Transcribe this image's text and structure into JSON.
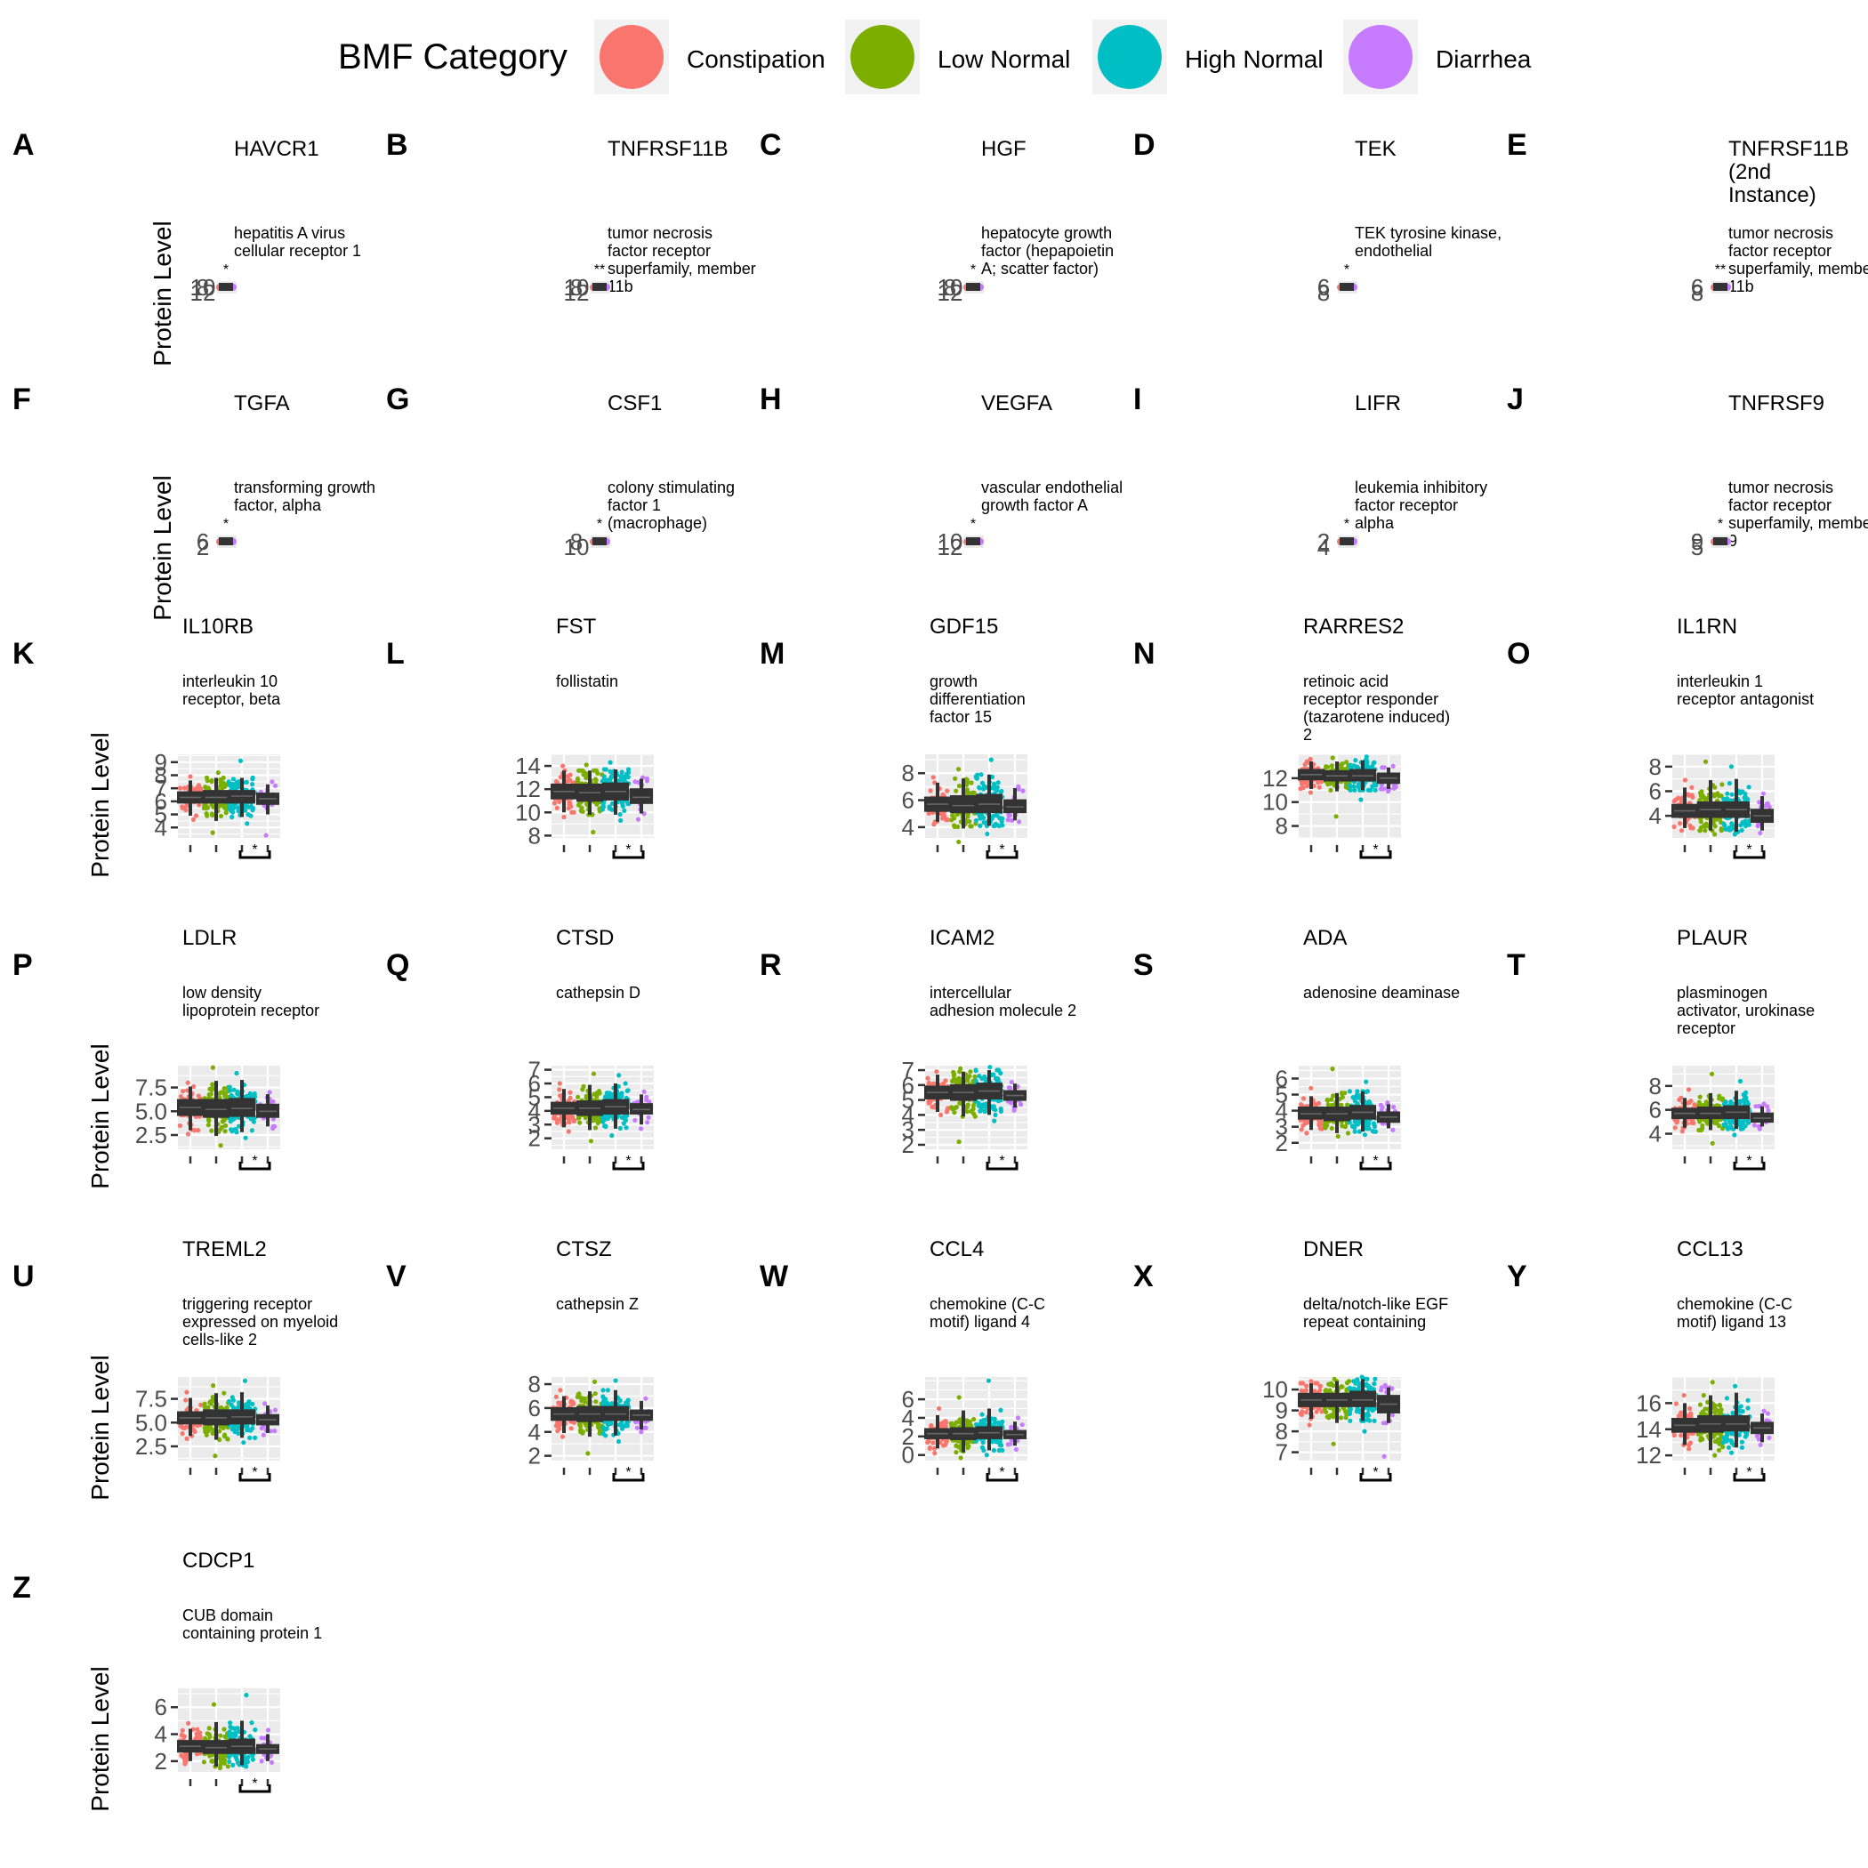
{
  "legend": {
    "title": "BMF Category",
    "items": [
      {
        "label": "Constipation",
        "color": "#F8766D"
      },
      {
        "label": "Low Normal",
        "color": "#7CAE00"
      },
      {
        "label": "High Normal",
        "color": "#00BFC4"
      },
      {
        "label": "Diarrhea",
        "color": "#C77CFF"
      }
    ]
  },
  "y_axis_label": "Protein Level",
  "chart_data": [
    {
      "type": "box",
      "letter": "A",
      "title": "HAVCR1",
      "subtitle": [
        "hepatitis A virus",
        "cellular receptor 1"
      ],
      "ylabel": "Protein Level",
      "tick_labels": [
        "12",
        "10",
        "8"
      ],
      "ylim": [
        8,
        13
      ],
      "medians": [
        10.6,
        10.6,
        10.6,
        10.5
      ],
      "sig": [
        "*"
      ],
      "collapsed": true
    },
    {
      "type": "box",
      "letter": "B",
      "title": "TNFRSF11B",
      "subtitle": [
        "tumor necrosis",
        "factor receptor",
        "superfamily, member",
        "11b"
      ],
      "tick_labels": [
        "12",
        "10",
        "8"
      ],
      "ylim": [
        8,
        13
      ],
      "medians": [
        10.8,
        10.8,
        10.8,
        10.7
      ],
      "sig": [
        "**"
      ],
      "collapsed": true
    },
    {
      "type": "box",
      "letter": "C",
      "title": "HGF",
      "subtitle": [
        "hepatocyte growth",
        "factor (hepapoietin",
        "A; scatter factor)"
      ],
      "tick_labels": [
        "12",
        "10",
        "8"
      ],
      "ylim": [
        8,
        13
      ],
      "medians": [
        10.4,
        10.4,
        10.4,
        10.3
      ],
      "sig": [
        "*"
      ],
      "collapsed": true
    },
    {
      "type": "box",
      "letter": "D",
      "title": "TEK",
      "subtitle": [
        "TEK tyrosine kinase,",
        "endothelial"
      ],
      "tick_labels": [
        "8",
        "6"
      ],
      "ylim": [
        5,
        9
      ],
      "medians": [
        7,
        7,
        7,
        6.9
      ],
      "sig": [
        "*"
      ],
      "collapsed": true
    },
    {
      "type": "box",
      "letter": "E",
      "title": "TNFRSF11B\n(2nd\nInstance)",
      "title_lines": [
        "TNFRSF11B",
        "(2nd",
        "Instance)"
      ],
      "subtitle": [
        "tumor necrosis",
        "factor receptor",
        "superfamily, member",
        "11b"
      ],
      "tick_labels": [
        "8",
        "6"
      ],
      "ylim": [
        5,
        9
      ],
      "medians": [
        7,
        7,
        7,
        6.9
      ],
      "sig": [
        "**"
      ],
      "collapsed": true
    },
    {
      "type": "box",
      "letter": "F",
      "title": "TGFA",
      "subtitle": [
        "transforming growth",
        "factor, alpha"
      ],
      "ylabel": "Protein Level",
      "tick_labels": [
        "2",
        "6"
      ],
      "ylim": [
        1,
        7
      ],
      "medians": [
        4,
        4,
        4,
        3.9
      ],
      "sig": [
        "*"
      ],
      "collapsed": true
    },
    {
      "type": "box",
      "letter": "G",
      "title": "CSF1",
      "subtitle": [
        "colony stimulating",
        "factor 1",
        "(macrophage)"
      ],
      "tick_labels": [
        "10",
        "8"
      ],
      "ylim": [
        7,
        11
      ],
      "medians": [
        9,
        9,
        9,
        8.9
      ],
      "sig": [
        "*"
      ],
      "collapsed": true
    },
    {
      "type": "box",
      "letter": "H",
      "title": "VEGFA",
      "subtitle": [
        "vascular endothelial",
        "growth factor A"
      ],
      "tick_labels": [
        "12",
        "10"
      ],
      "ylim": [
        9,
        13
      ],
      "medians": [
        11,
        11,
        11,
        10.9
      ],
      "sig": [
        "*"
      ],
      "collapsed": true
    },
    {
      "type": "box",
      "letter": "I",
      "title": "LIFR",
      "subtitle": [
        "leukemia inhibitory",
        "factor receptor",
        "alpha"
      ],
      "tick_labels": [
        "4",
        "2"
      ],
      "ylim": [
        1,
        5
      ],
      "medians": [
        3,
        3,
        3,
        2.9
      ],
      "sig": [
        "*"
      ],
      "collapsed": true
    },
    {
      "type": "box",
      "letter": "J",
      "title": "TNFRSF9",
      "subtitle": [
        "tumor necrosis",
        "factor receptor",
        "superfamily, member",
        "9"
      ],
      "tick_labels": [
        "5",
        "9"
      ],
      "ylim": [
        4,
        10
      ],
      "medians": [
        7,
        7,
        7,
        6.9
      ],
      "sig": [
        "*"
      ],
      "collapsed": true
    },
    {
      "type": "box",
      "letter": "K",
      "title": "IL10RB",
      "subtitle": [
        "interleukin 10",
        "receptor, beta"
      ],
      "ylabel": "Protein Level",
      "ylim": [
        3.2,
        9.6
      ],
      "ticks": [
        4,
        5,
        6,
        7,
        8,
        9
      ],
      "medians": [
        6.3,
        6.3,
        6.4,
        6.2
      ],
      "q1": [
        5.9,
        5.9,
        5.9,
        5.8
      ],
      "q3": [
        6.7,
        6.8,
        6.8,
        6.6
      ],
      "lo": [
        4.9,
        4.5,
        4.8,
        5.0
      ],
      "hi": [
        7.6,
        7.8,
        7.8,
        7.3
      ],
      "pmin": [
        4.6,
        3.6,
        4.3,
        3.4
      ],
      "pmax": [
        7.9,
        8.2,
        9.1,
        7.5
      ],
      "counts": [
        55,
        95,
        110,
        18
      ],
      "sig": [
        "*"
      ]
    },
    {
      "type": "box",
      "letter": "L",
      "title": "FST",
      "subtitle": [
        "follistatin"
      ],
      "ylim": [
        7.8,
        15
      ],
      "ticks": [
        8,
        10,
        12,
        14
      ],
      "medians": [
        11.8,
        11.7,
        11.8,
        11.3
      ],
      "q1": [
        11.2,
        11.0,
        11.1,
        10.8
      ],
      "q3": [
        12.4,
        12.4,
        12.5,
        12.0
      ],
      "lo": [
        10.0,
        9.8,
        9.8,
        9.9
      ],
      "hi": [
        13.6,
        13.6,
        13.7,
        12.9
      ],
      "pmin": [
        9.6,
        8.3,
        9.3,
        9.4
      ],
      "pmax": [
        14.0,
        14.1,
        14.3,
        13.0
      ],
      "counts": [
        55,
        95,
        110,
        18
      ],
      "sig": [
        "*"
      ]
    },
    {
      "type": "box",
      "letter": "M",
      "title": "GDF15",
      "subtitle": [
        "growth",
        "differentiation",
        "factor 15"
      ],
      "ylim": [
        3.2,
        9.4
      ],
      "ticks": [
        4,
        6,
        8
      ],
      "medians": [
        5.7,
        5.6,
        5.7,
        5.5
      ],
      "q1": [
        5.2,
        5.1,
        5.1,
        5.1
      ],
      "q3": [
        6.2,
        6.3,
        6.4,
        6.0
      ],
      "lo": [
        4.4,
        3.9,
        4.1,
        4.5
      ],
      "hi": [
        7.3,
        7.6,
        7.9,
        6.9
      ],
      "pmin": [
        4.2,
        2.9,
        3.5,
        4.4
      ],
      "pmax": [
        7.7,
        8.3,
        9.0,
        7.0
      ],
      "counts": [
        55,
        95,
        110,
        18
      ],
      "sig": [
        "*"
      ]
    },
    {
      "type": "box",
      "letter": "N",
      "title": "RARRES2",
      "subtitle": [
        "retinoic acid",
        "receptor responder",
        "(tazarotene induced)",
        "2"
      ],
      "ylim": [
        7.0,
        14.0
      ],
      "ticks": [
        8,
        10,
        12
      ],
      "medians": [
        12.3,
        12.2,
        12.2,
        12.0
      ],
      "q1": [
        11.9,
        11.8,
        11.8,
        11.6
      ],
      "q3": [
        12.7,
        12.6,
        12.7,
        12.4
      ],
      "lo": [
        11.1,
        10.9,
        11.0,
        11.1
      ],
      "hi": [
        13.4,
        13.4,
        13.5,
        12.9
      ],
      "pmin": [
        10.8,
        8.8,
        10.2,
        10.9
      ],
      "pmax": [
        13.6,
        13.7,
        13.8,
        13.0
      ],
      "counts": [
        55,
        95,
        110,
        18
      ],
      "sig": [
        "*"
      ]
    },
    {
      "type": "box",
      "letter": "O",
      "title": "IL1RN",
      "subtitle": [
        "interleukin 1",
        "receptor antagonist"
      ],
      "ylim": [
        2.2,
        9.0
      ],
      "ticks": [
        4,
        6,
        8
      ],
      "medians": [
        4.4,
        4.5,
        4.5,
        4.0
      ],
      "q1": [
        3.9,
        3.9,
        3.9,
        3.5
      ],
      "q3": [
        4.9,
        5.1,
        5.1,
        4.5
      ],
      "lo": [
        3.0,
        2.8,
        2.7,
        2.8
      ],
      "hi": [
        6.3,
        6.9,
        7.0,
        5.6
      ],
      "pmin": [
        2.8,
        2.5,
        2.5,
        2.6
      ],
      "pmax": [
        6.9,
        8.4,
        8.0,
        5.8
      ],
      "counts": [
        55,
        95,
        110,
        18
      ],
      "sig": [
        "*"
      ]
    },
    {
      "type": "box",
      "letter": "P",
      "title": "LDLR",
      "subtitle": [
        "low density",
        "lipoprotein receptor"
      ],
      "ylabel": "Protein Level",
      "ylim": [
        1.0,
        9.8
      ],
      "ticks": [
        2.5,
        5.0,
        7.5
      ],
      "tick_labels": [
        "2.5",
        "5.0",
        "7.5"
      ],
      "medians": [
        5.4,
        5.2,
        5.3,
        5.0
      ],
      "q1": [
        4.6,
        4.4,
        4.5,
        4.4
      ],
      "q3": [
        6.2,
        6.2,
        6.3,
        5.7
      ],
      "lo": [
        3.0,
        2.4,
        2.8,
        3.4
      ],
      "hi": [
        7.6,
        8.2,
        8.3,
        6.8
      ],
      "pmin": [
        2.6,
        1.4,
        2.2,
        3.2
      ],
      "pmax": [
        8.0,
        9.6,
        9.0,
        7.0
      ],
      "counts": [
        55,
        95,
        110,
        18
      ],
      "sig": [
        "*"
      ]
    },
    {
      "type": "box",
      "letter": "Q",
      "title": "CTSD",
      "subtitle": [
        "cathepsin D"
      ],
      "ylim": [
        1.2,
        7.3
      ],
      "ticks": [
        2,
        3,
        4,
        5,
        6,
        7
      ],
      "medians": [
        4.2,
        4.2,
        4.3,
        4.1
      ],
      "q1": [
        3.8,
        3.7,
        3.8,
        3.8
      ],
      "q3": [
        4.6,
        4.7,
        4.8,
        4.5
      ],
      "lo": [
        2.8,
        2.6,
        2.7,
        3.0
      ],
      "hi": [
        5.6,
        5.9,
        6.0,
        5.2
      ],
      "pmin": [
        2.5,
        1.8,
        2.2,
        2.7
      ],
      "pmax": [
        6.0,
        6.7,
        6.6,
        5.4
      ],
      "counts": [
        55,
        95,
        110,
        18
      ],
      "sig": [
        "*"
      ]
    },
    {
      "type": "box",
      "letter": "R",
      "title": "ICAM2",
      "subtitle": [
        "intercellular",
        "adhesion molecule 2"
      ],
      "ylim": [
        1.7,
        7.3
      ],
      "ticks": [
        2,
        3,
        4,
        5,
        6,
        7
      ],
      "medians": [
        5.5,
        5.5,
        5.6,
        5.3
      ],
      "q1": [
        5.1,
        5.0,
        5.1,
        5.0
      ],
      "q3": [
        5.9,
        6.0,
        6.1,
        5.6
      ],
      "lo": [
        4.2,
        3.9,
        4.0,
        4.5
      ],
      "hi": [
        6.7,
        6.9,
        7.0,
        6.1
      ],
      "pmin": [
        4.0,
        2.2,
        3.6,
        4.3
      ],
      "pmax": [
        6.9,
        7.1,
        7.2,
        6.2
      ],
      "counts": [
        55,
        95,
        110,
        18
      ],
      "sig": [
        "*"
      ]
    },
    {
      "type": "box",
      "letter": "S",
      "title": "ADA",
      "subtitle": [
        "adenosine deaminase"
      ],
      "ylim": [
        1.6,
        6.8
      ],
      "ticks": [
        2,
        3,
        4,
        5,
        6
      ],
      "medians": [
        3.8,
        3.8,
        3.9,
        3.6
      ],
      "q1": [
        3.5,
        3.4,
        3.5,
        3.3
      ],
      "q3": [
        4.2,
        4.2,
        4.3,
        3.9
      ],
      "lo": [
        2.8,
        2.6,
        2.7,
        2.9
      ],
      "hi": [
        4.9,
        5.1,
        5.2,
        4.4
      ],
      "pmin": [
        2.6,
        2.4,
        2.5,
        2.8
      ],
      "pmax": [
        5.4,
        6.6,
        5.8,
        4.5
      ],
      "counts": [
        55,
        95,
        110,
        18
      ],
      "sig": [
        "*"
      ]
    },
    {
      "type": "box",
      "letter": "T",
      "title": "PLAUR",
      "subtitle": [
        "plasminogen",
        "activator, urokinase",
        "receptor"
      ],
      "ylim": [
        2.7,
        9.7
      ],
      "ticks": [
        4,
        6,
        8
      ],
      "medians": [
        5.7,
        5.7,
        5.8,
        5.3
      ],
      "q1": [
        5.3,
        5.3,
        5.3,
        5.0
      ],
      "q3": [
        6.1,
        6.2,
        6.3,
        5.7
      ],
      "lo": [
        4.5,
        4.3,
        4.4,
        4.6
      ],
      "hi": [
        7.0,
        7.4,
        7.6,
        6.3
      ],
      "pmin": [
        4.2,
        3.2,
        3.9,
        4.4
      ],
      "pmax": [
        7.7,
        9.0,
        8.4,
        6.5
      ],
      "counts": [
        55,
        95,
        110,
        18
      ],
      "sig": [
        "*"
      ]
    },
    {
      "type": "box",
      "letter": "U",
      "title": "TREML2",
      "subtitle": [
        "triggering receptor",
        "expressed on myeloid",
        "cells-like 2"
      ],
      "ylabel": "Protein Level",
      "ylim": [
        1.0,
        9.8
      ],
      "ticks": [
        2.5,
        5.0,
        7.5
      ],
      "tick_labels": [
        "2.5",
        "5.0",
        "7.5"
      ],
      "medians": [
        5.5,
        5.5,
        5.6,
        5.3
      ],
      "q1": [
        4.9,
        4.8,
        4.9,
        4.8
      ],
      "q3": [
        6.1,
        6.3,
        6.3,
        5.8
      ],
      "lo": [
        3.6,
        3.2,
        3.4,
        3.9
      ],
      "hi": [
        7.6,
        8.1,
        8.2,
        6.8
      ],
      "pmin": [
        3.3,
        1.5,
        2.9,
        3.7
      ],
      "pmax": [
        8.2,
        8.9,
        9.4,
        7.0
      ],
      "counts": [
        55,
        95,
        110,
        18
      ],
      "sig": [
        "*"
      ]
    },
    {
      "type": "box",
      "letter": "V",
      "title": "CTSZ",
      "subtitle": [
        "cathepsin Z"
      ],
      "ylim": [
        1.6,
        8.6
      ],
      "ticks": [
        2,
        4,
        6,
        8
      ],
      "medians": [
        5.5,
        5.5,
        5.5,
        5.4
      ],
      "q1": [
        5.0,
        4.9,
        5.0,
        5.0
      ],
      "q3": [
        6.0,
        6.1,
        6.1,
        5.8
      ],
      "lo": [
        3.9,
        3.6,
        3.7,
        4.2
      ],
      "hi": [
        7.0,
        7.4,
        7.5,
        6.6
      ],
      "pmin": [
        3.6,
        2.2,
        3.2,
        4.0
      ],
      "pmax": [
        7.5,
        8.2,
        8.3,
        6.8
      ],
      "counts": [
        55,
        95,
        110,
        18
      ],
      "sig": [
        "*"
      ]
    },
    {
      "type": "box",
      "letter": "W",
      "title": "CCL4",
      "subtitle": [
        "chemokine (C-C",
        "motif) ligand 4"
      ],
      "ylim": [
        -0.6,
        8.4
      ],
      "ticks": [
        0,
        2,
        4,
        6
      ],
      "medians": [
        2.3,
        2.3,
        2.4,
        2.2
      ],
      "q1": [
        1.8,
        1.7,
        1.8,
        1.8
      ],
      "q3": [
        2.8,
        2.9,
        3.0,
        2.6
      ],
      "lo": [
        0.7,
        0.3,
        0.5,
        1.0
      ],
      "hi": [
        4.3,
        4.8,
        5.0,
        3.6
      ],
      "pmin": [
        0.2,
        -0.3,
        0.0,
        0.6
      ],
      "pmax": [
        5.0,
        6.2,
        8.0,
        4.0
      ],
      "counts": [
        55,
        95,
        110,
        18
      ],
      "sig": [
        "*"
      ]
    },
    {
      "type": "box",
      "letter": "X",
      "title": "DNER",
      "subtitle": [
        "delta/notch-like EGF",
        "repeat containing"
      ],
      "ylim": [
        6.6,
        10.6
      ],
      "ticks": [
        7,
        8,
        9,
        10
      ],
      "medians": [
        9.5,
        9.5,
        9.5,
        9.3
      ],
      "q1": [
        9.2,
        9.2,
        9.2,
        8.9
      ],
      "q3": [
        9.8,
        9.8,
        9.9,
        9.7
      ],
      "lo": [
        8.6,
        8.4,
        8.5,
        8.4
      ],
      "hi": [
        10.3,
        10.4,
        10.5,
        10.1
      ],
      "pmin": [
        8.3,
        7.4,
        8.0,
        6.8
      ],
      "pmax": [
        10.4,
        10.5,
        10.6,
        10.2
      ],
      "counts": [
        55,
        95,
        110,
        18
      ],
      "sig": [
        "*"
      ]
    },
    {
      "type": "box",
      "letter": "Y",
      "title": "CCL13",
      "subtitle": [
        "chemokine (C-C",
        "motif) ligand 13"
      ],
      "ylim": [
        11.6,
        18.0
      ],
      "ticks": [
        12,
        14,
        16
      ],
      "medians": [
        14.3,
        14.4,
        14.4,
        14.1
      ],
      "q1": [
        13.8,
        13.8,
        13.9,
        13.7
      ],
      "q3": [
        14.8,
        15.0,
        15.0,
        14.5
      ],
      "lo": [
        12.8,
        12.4,
        12.6,
        13.0
      ],
      "hi": [
        16.0,
        16.6,
        16.8,
        15.2
      ],
      "pmin": [
        12.5,
        12.0,
        12.2,
        12.8
      ],
      "pmax": [
        16.6,
        17.6,
        17.3,
        15.4
      ],
      "counts": [
        55,
        95,
        110,
        18
      ],
      "sig": [
        "*"
      ]
    },
    {
      "type": "box",
      "letter": "Z",
      "title": "CDCP1",
      "subtitle": [
        "CUB domain",
        "containing protein 1"
      ],
      "ylabel": "Protein Level",
      "ylim": [
        1.2,
        7.4
      ],
      "ticks": [
        2,
        4,
        6
      ],
      "medians": [
        3.1,
        3.0,
        3.1,
        2.9
      ],
      "q1": [
        2.7,
        2.6,
        2.6,
        2.6
      ],
      "q3": [
        3.5,
        3.5,
        3.6,
        3.2
      ],
      "lo": [
        2.0,
        1.6,
        1.7,
        2.0
      ],
      "hi": [
        4.4,
        4.9,
        5.0,
        4.0
      ],
      "pmin": [
        1.8,
        1.5,
        1.6,
        1.9
      ],
      "pmax": [
        4.8,
        6.2,
        6.9,
        4.3
      ],
      "counts": [
        55,
        95,
        110,
        18
      ],
      "sig": [
        "*"
      ]
    }
  ]
}
